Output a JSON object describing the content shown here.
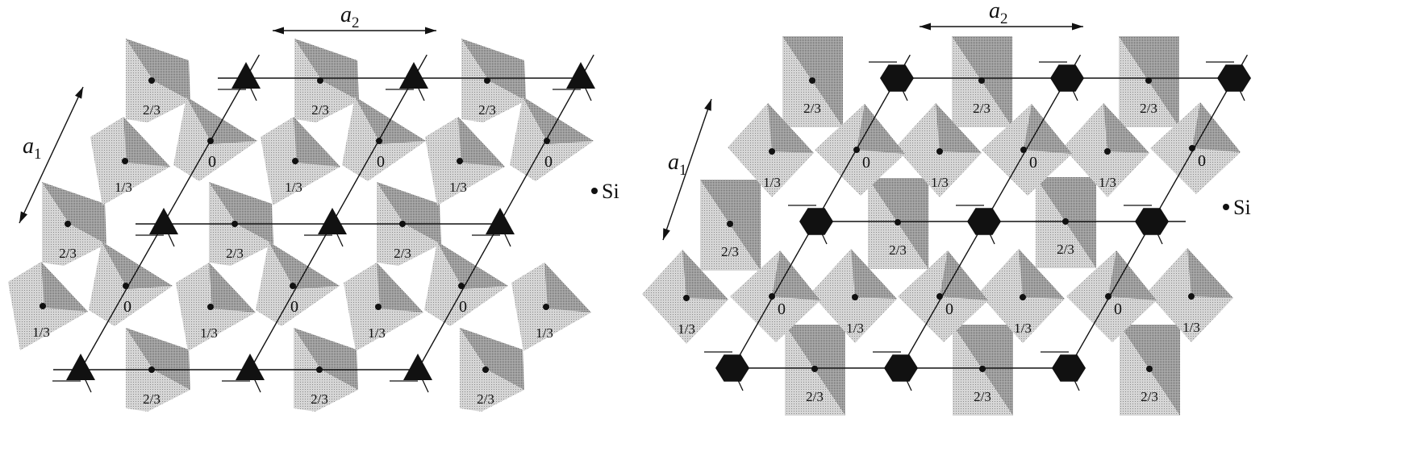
{
  "panels": [
    {
      "id": "left",
      "node_symbol": "triangle",
      "axis_a1_label": "a",
      "axis_a1_sub": "1",
      "axis_a2_label": "a",
      "axis_a2_sub": "2",
      "legend_label": "Si"
    },
    {
      "id": "right",
      "node_symbol": "hexagon",
      "axis_a1_label": "a",
      "axis_a1_sub": "1",
      "axis_a2_label": "a",
      "axis_a2_sub": "2",
      "legend_label": "Si"
    }
  ],
  "heights": {
    "zero": "0",
    "one_third": "1/3",
    "two_thirds": "2/3"
  },
  "colors": {
    "light_gray": "#c9c9c9",
    "dark_gray": "#8e8e8e",
    "ink": "#111111"
  }
}
